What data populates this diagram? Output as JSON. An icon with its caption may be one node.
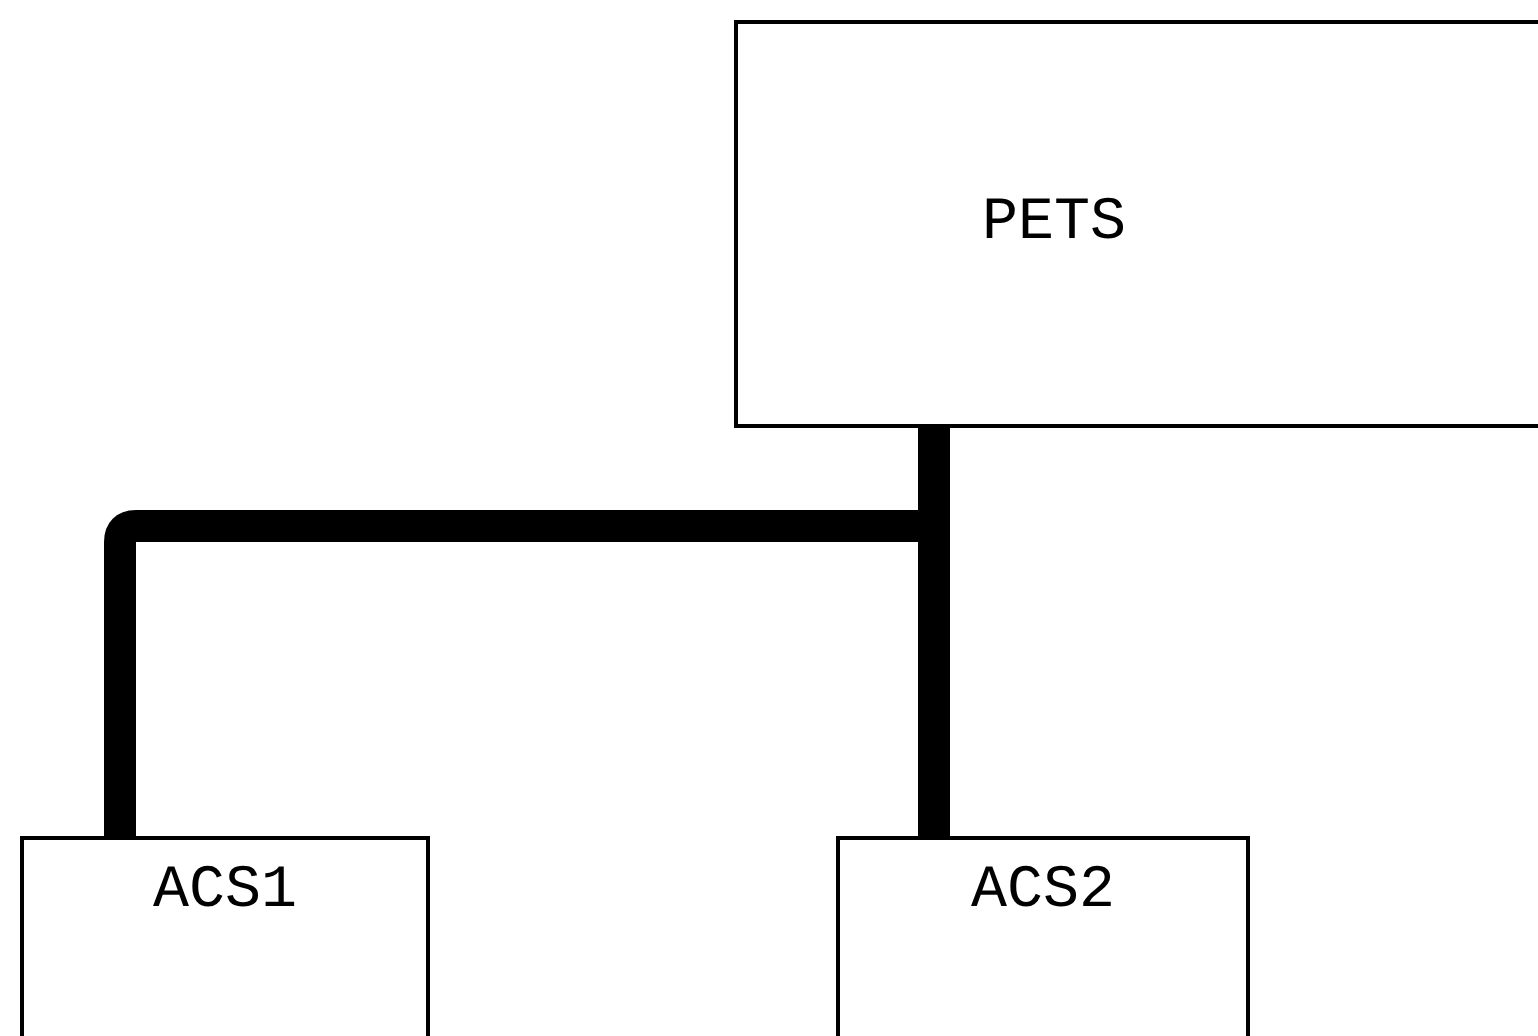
{
  "diagram": {
    "nodes": [
      {
        "text": [
          "PETS"
        ]
      },
      {
        "text": [
          "ACS1"
        ]
      },
      {
        "text": [
          "ACS2"
        ]
      }
    ],
    "edges": [
      {
        "from": 0,
        "to": 1,
        "arrow": "none"
      },
      {
        "from": 0,
        "to": 2,
        "arrow": "none"
      }
    ]
  }
}
